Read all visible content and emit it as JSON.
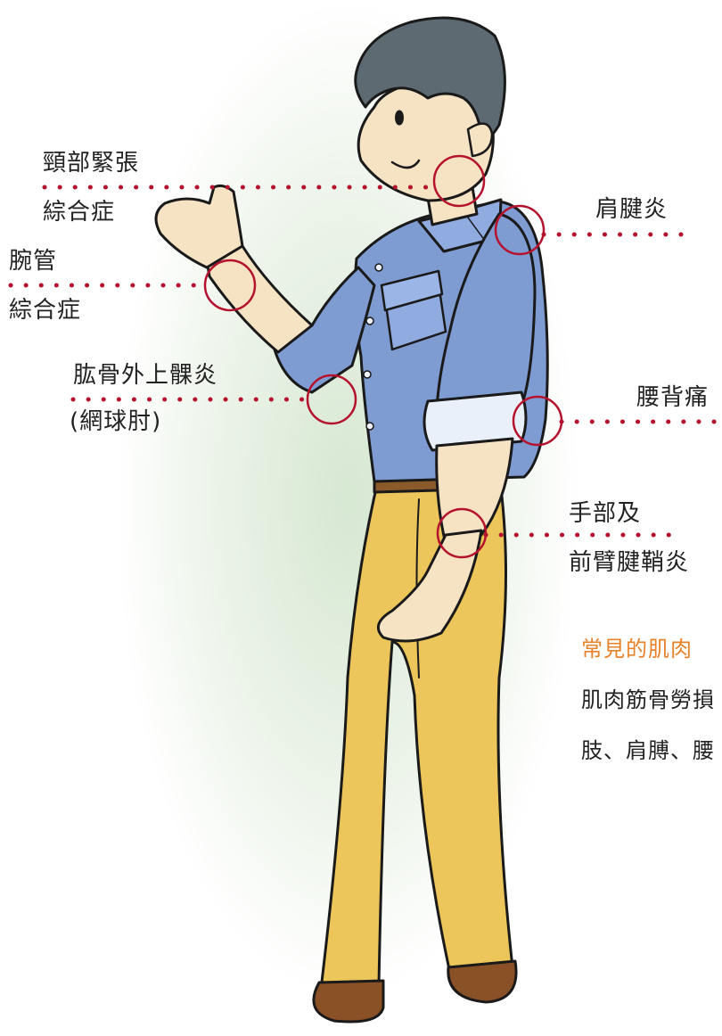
{
  "labels": {
    "neck_line1": "頸部緊張",
    "neck_line2": "綜合症",
    "shoulder": "肩腱炎",
    "carpal_line1": "腕管",
    "carpal_line2": "綜合症",
    "elbow_line1": "肱骨外上髁炎",
    "elbow_line2": "(網球肘)",
    "back": "腰背痛",
    "forearm_line1": "手部及",
    "forearm_line2": "前臂腱鞘炎"
  },
  "caption": {
    "title": "常見的肌肉",
    "line1": "肌肉筋骨勞損",
    "line2": "肢、肩膊、腰"
  },
  "colors": {
    "marker": "#b5122e",
    "shirt": "#7e9bd2",
    "trousers": "#ecc65a",
    "skin": "#f6e3c4",
    "hair": "#5d6a72",
    "shoe": "#8a5126",
    "caption_title": "#e8822a"
  }
}
